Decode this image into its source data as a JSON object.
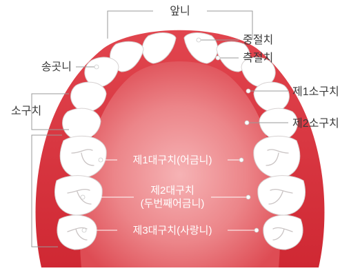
{
  "labels": {
    "front_teeth": "앞니",
    "central_incisor": "중절치",
    "lateral_incisor": "측절치",
    "canine": "송곳니",
    "premolar": "소구치",
    "first_premolar": "제1소구치",
    "second_premolar": "제2소구치",
    "first_molar": "제1대구치(어금니)",
    "second_molar_line1": "제2대구치",
    "second_molar_line2": "(두번째어금니)",
    "third_molar": "제3대구치(사랑니)"
  },
  "colors": {
    "gum": "#d8323c",
    "gum_light": "#e9666d",
    "palate_center": "#f4a3a6",
    "tooth": "#ffffff",
    "leader_line": "#9a9a9a",
    "label_text": "#3a3a3a",
    "inner_label_text": "#ffffff"
  }
}
